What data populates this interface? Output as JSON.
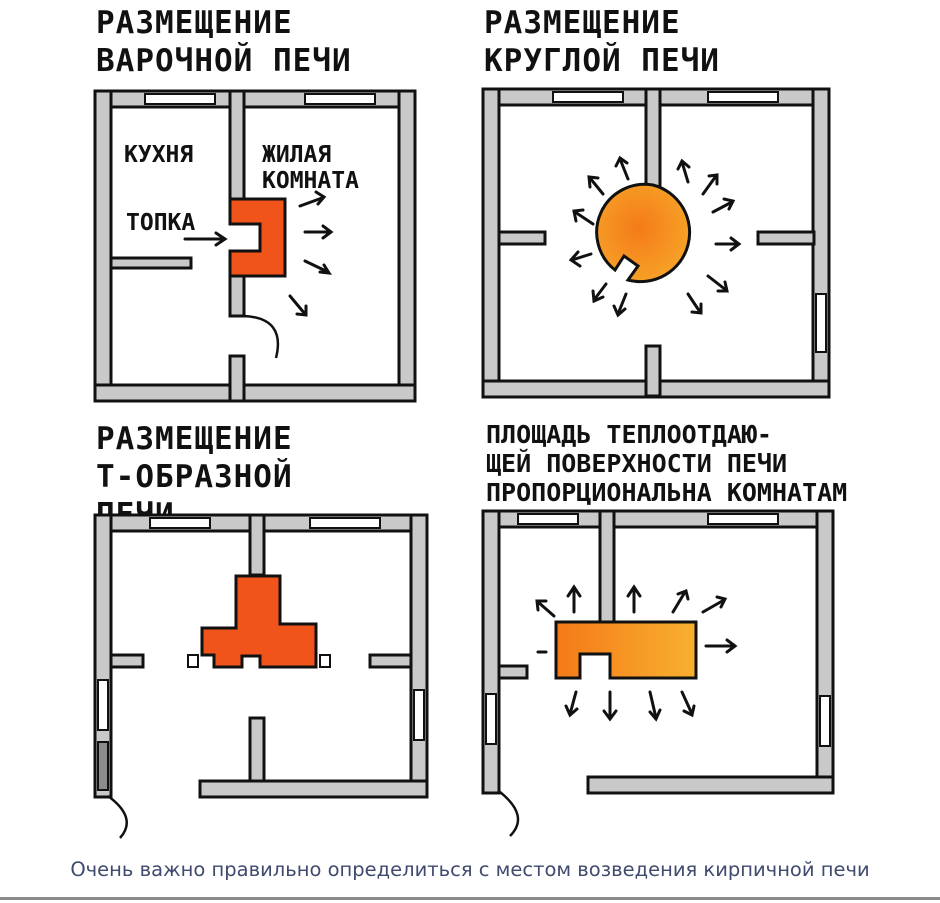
{
  "panels": {
    "cooking": {
      "title_lines": [
        "РАЗМЕЩЕНИЕ",
        "ВАРОЧНОЙ ПЕЧИ"
      ],
      "kitchen_label": "КУХНЯ",
      "living_label_lines": [
        "ЖИЛАЯ",
        "КОМНАТА"
      ],
      "firebox_label": "ТОПКА"
    },
    "round": {
      "title_lines": [
        "РАЗМЕЩЕНИЕ",
        "КРУГЛОЙ ПЕЧИ"
      ]
    },
    "t_shaped": {
      "title_lines": [
        "РАЗМЕЩЕНИЕ",
        "Т-ОБРАЗНОЙ",
        "ПЕЧИ"
      ]
    },
    "proportional": {
      "title_lines": [
        "ПЛОЩАДЬ ТЕПЛООТДАЮ-",
        "ЩЕЙ ПОВЕРХНОСТИ ПЕЧИ",
        "ПРОПОРЦИОНАЛЬНА КОМНАТАМ"
      ]
    }
  },
  "caption": "Очень важно правильно определиться с местом возведения кирпичной печи",
  "colors": {
    "stove": "#f0541a",
    "stove_gradient_end": "#f7a428",
    "wall": "#c9c9c9",
    "outline": "#111111",
    "caption": "#3f4a6e"
  }
}
